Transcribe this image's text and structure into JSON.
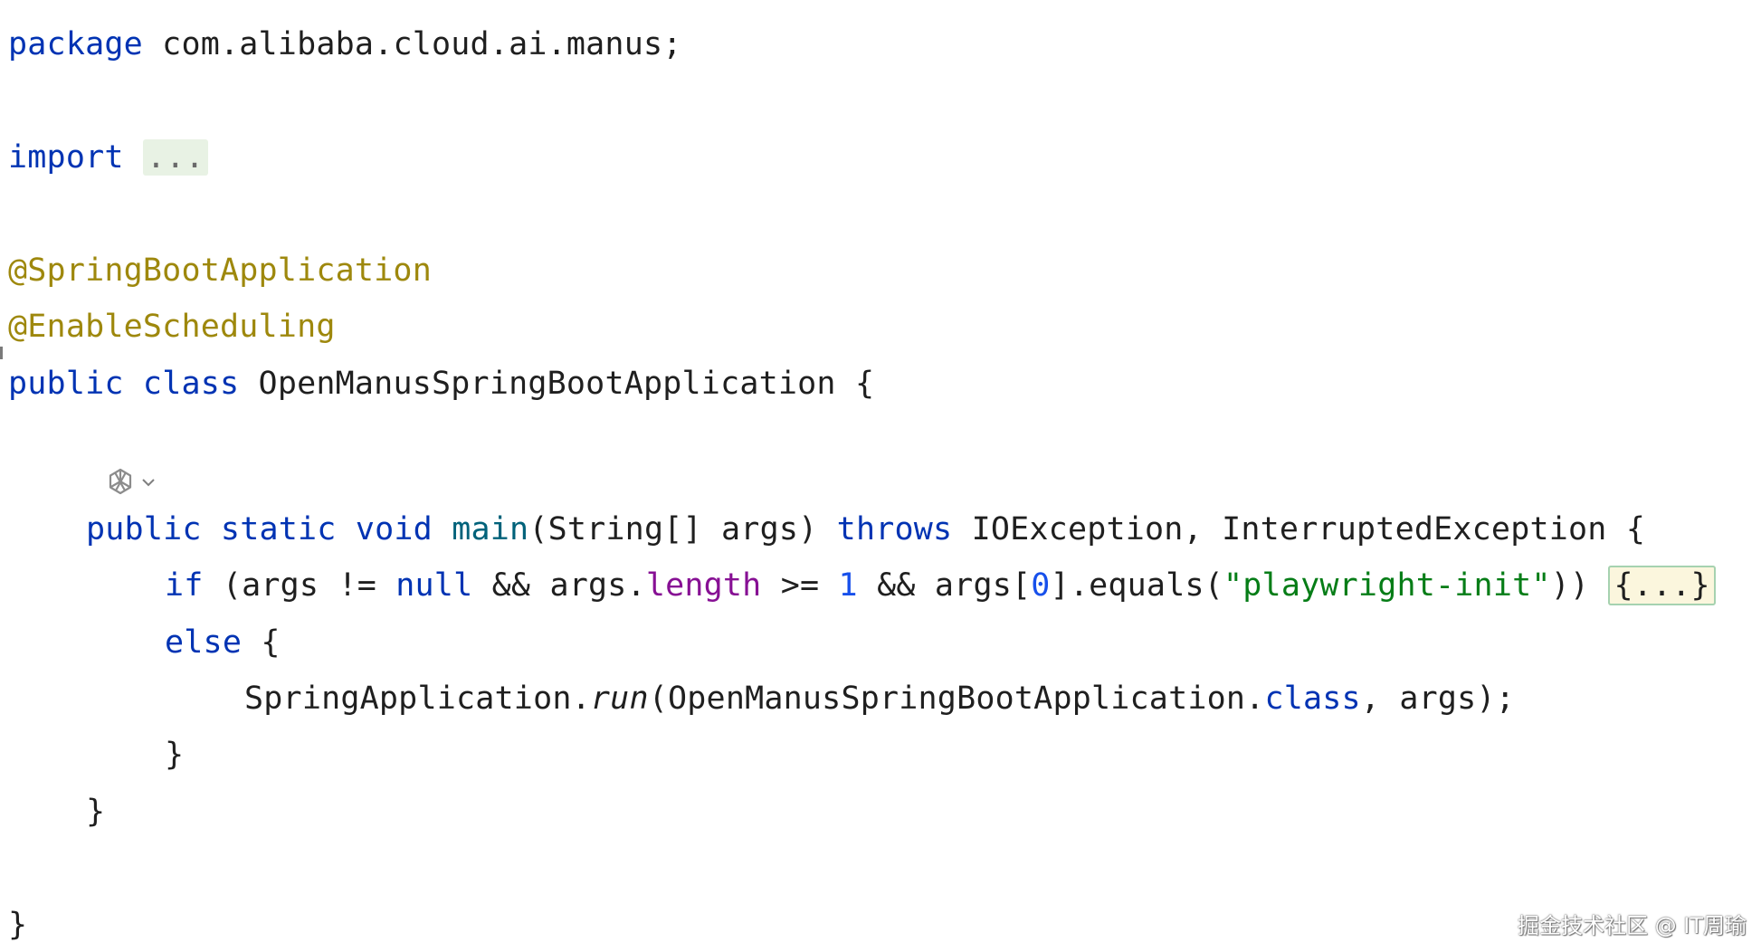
{
  "editor": {
    "lines": {
      "package": {
        "kw": "package",
        "rest": " com.alibaba.cloud.ai.manus;"
      },
      "import": {
        "kw": "import",
        "fold": "..."
      },
      "annotation1": "@SpringBootApplication",
      "annotation2": "@EnableScheduling",
      "class_decl": {
        "kw1": "public",
        "kw2": "class",
        "name": " OpenManusSpringBootApplication {"
      },
      "main_decl": {
        "kw1": "public",
        "kw2": "static",
        "kw3": "void",
        "fn": "main",
        "params": "(String[] args) ",
        "kw4": "throws",
        "rest": " IOException, InterruptedException {"
      },
      "if_line": {
        "kw": "if",
        "p1": " (args != ",
        "null": "null",
        "p2": " && args.",
        "field": "length",
        "p3": " >= ",
        "num1": "1",
        "p4": " && args[",
        "num0": "0",
        "p5": "].equals(",
        "str": "\"playwright-init\"",
        "p6": ")) ",
        "fold": "{...}"
      },
      "else_line": {
        "kw": "else",
        "rest": " {"
      },
      "run_line": {
        "p1": "SpringApplication.",
        "method": "run",
        "p2": "(OpenManusSpringBootApplication.",
        "kw": "class",
        "p3": ", args);"
      },
      "close_else": "}",
      "close_main": "}",
      "close_class": "}"
    }
  },
  "watermark": "掘金技术社区 @ IT周瑜",
  "colors": {
    "keyword": "#0033b3",
    "annotation": "#9e880d",
    "function": "#00627a",
    "field": "#871094",
    "number": "#1750eb",
    "string": "#067d17"
  },
  "icons": [
    "ai-assistant-icon",
    "chevron-down-icon"
  ]
}
